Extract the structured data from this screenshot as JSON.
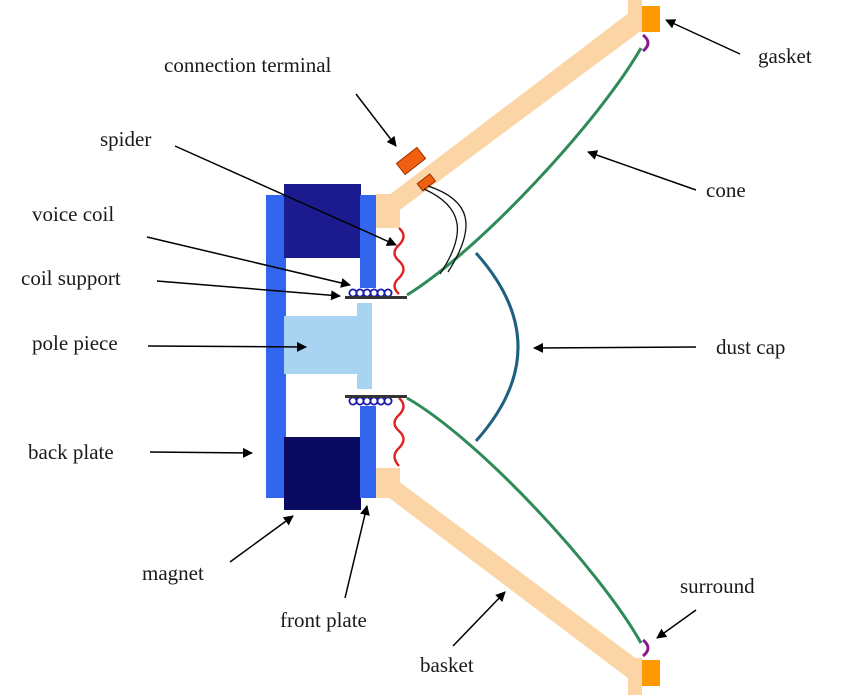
{
  "title": "Loudspeaker cross-section",
  "labels": {
    "gasket": "gasket",
    "connection_terminal": "connection terminal",
    "spider": "spider",
    "cone": "cone",
    "voice_coil": "voice coil",
    "coil_support": "coil support",
    "pole_piece": "pole piece",
    "dust_cap": "dust cap",
    "back_plate": "back plate",
    "magnet": "magnet",
    "front_plate": "front plate",
    "surround": "surround",
    "basket": "basket"
  },
  "colors": {
    "basket": "#fbd5a5",
    "back_plate": "#3366ee",
    "front_plate": "#3366ee",
    "magnet_top": "#1b1b8f",
    "magnet_bottom": "#0a0a60",
    "pole_piece": "#a8d4f2",
    "cone": "#2e8b57",
    "dust_cap": "#1f5f7f",
    "spider": "#e02020",
    "voice_coil": "#1a1aa8",
    "gasket": "#ff9900",
    "surround": "#8a1a8a",
    "terminal": "#f06010",
    "arrow": "#000000"
  }
}
